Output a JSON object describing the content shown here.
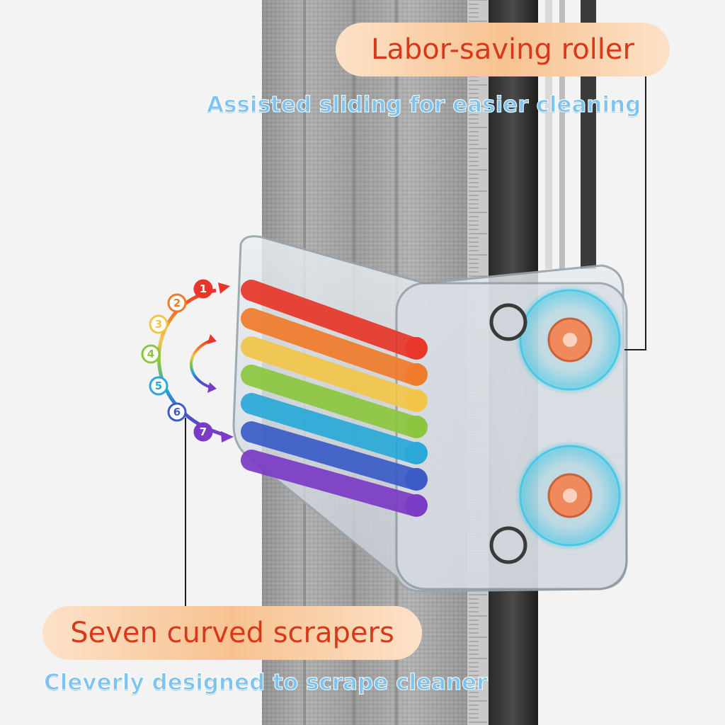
{
  "callouts": {
    "top": {
      "title": "Labor-saving roller",
      "subtitle": "Assisted sliding for easier cleaning"
    },
    "bottom": {
      "title": "Seven curved scrapers",
      "subtitle": "Cleverly designed to scrape cleaner"
    }
  },
  "scraper_steps": [
    {
      "label": "1",
      "color": "#e8372a"
    },
    {
      "label": "2",
      "color": "#f07b2c"
    },
    {
      "label": "3",
      "color": "#f3c64a"
    },
    {
      "label": "4",
      "color": "#8cc63f"
    },
    {
      "label": "5",
      "color": "#2aa9d8"
    },
    {
      "label": "6",
      "color": "#3b5cc7"
    },
    {
      "label": "7",
      "color": "#7b3bc4"
    }
  ],
  "colors": {
    "pill_text": "#d8391b",
    "subtitle_text": "#7ec4ee",
    "roller_glow": "#36c6e6",
    "roller_core": "#f08a5d"
  }
}
